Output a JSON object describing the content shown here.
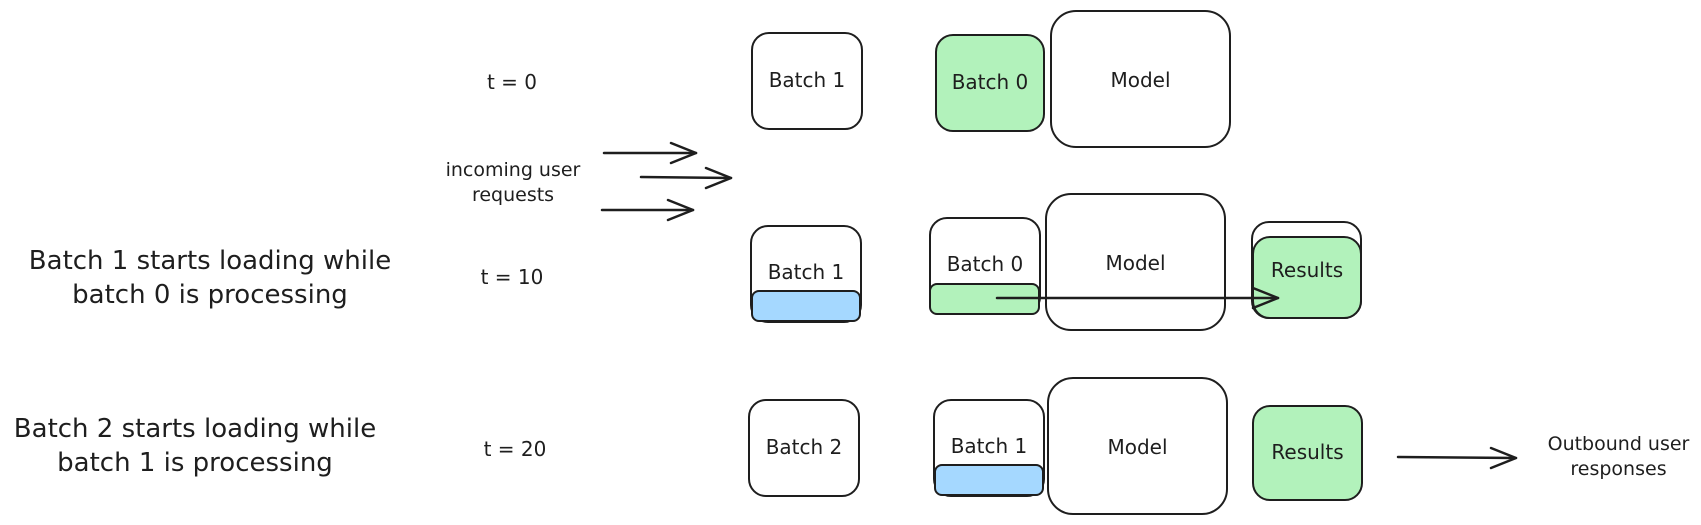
{
  "captions": {
    "row2": "Batch 1 starts loading while\nbatch 0 is processing",
    "row3": "Batch 2 starts loading while\nbatch 1 is processing"
  },
  "times": {
    "t0": "t = 0",
    "t10": "t = 10",
    "t20": "t = 20"
  },
  "incoming": "incoming user\nrequests",
  "outbound": "Outbound user\nresponses",
  "row1": {
    "queued_batch": "Batch 1",
    "active_batch": "Batch 0",
    "model": "Model"
  },
  "row2": {
    "queued_batch": "Batch 1",
    "active_batch": "Batch 0",
    "model": "Model",
    "results": "Results"
  },
  "row3": {
    "queued_batch": "Batch 2",
    "active_batch": "Batch 1",
    "model": "Model",
    "results": "Results"
  },
  "colors": {
    "processing_green": "#b2f2bb",
    "loading_blue": "#a5d8ff",
    "stroke": "#1e1e1e"
  }
}
